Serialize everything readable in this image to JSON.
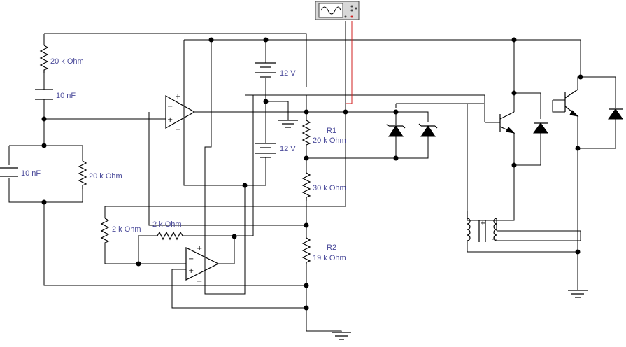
{
  "labels": {
    "r_top": "20 k Ohm",
    "c_top": "10 nF",
    "c_left": "10 nF",
    "r_left": "20 k Ohm",
    "batt_top": "12 V",
    "batt_bottom": "12 V",
    "r1_name": "R1",
    "r1_value": "20 k Ohm",
    "r_30k": "30 k Ohm",
    "r_2k_a": "2 k Ohm",
    "r_2k_b": "2 k Ohm",
    "r2_name": "R2",
    "r2_value": "19 k Ohm"
  },
  "pins": {
    "plus": "+",
    "minus": "−"
  },
  "colors": {
    "wire": "#000000",
    "label": "#4a4a9a",
    "probe": "#d02020"
  },
  "icons": {
    "oscilloscope": "oscilloscope-icon"
  }
}
